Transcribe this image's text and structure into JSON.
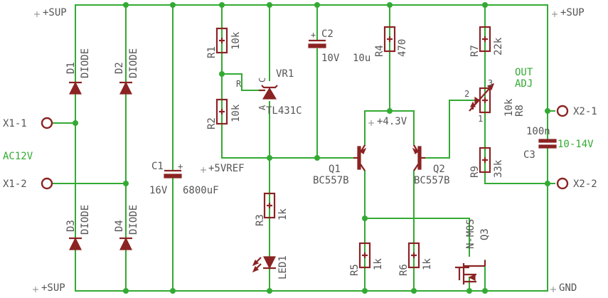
{
  "colors": {
    "wire": "#33aa33",
    "part": "#8b2323",
    "text": "#555555",
    "background": "#ffffff"
  },
  "rails": {
    "sup_top_left": "+SUP",
    "sup_top_right": "+SUP",
    "sup_bottom_left": "+SUP",
    "gnd": "GND",
    "vref": "+5VREF",
    "node_voltage": "+4.3V"
  },
  "terminals": {
    "x1_1": "X1-1",
    "x1_2": "X1-2",
    "x2_1": "X2-1",
    "x2_2": "X2-2"
  },
  "notes": {
    "input": "AC12V",
    "output": "10-14V",
    "adjust_line1": "OUT",
    "adjust_line2": "ADJ"
  },
  "diodes": {
    "d1": {
      "name": "D1",
      "value": "DIODE"
    },
    "d2": {
      "name": "D2",
      "value": "DIODE"
    },
    "d3": {
      "name": "D3",
      "value": "DIODE"
    },
    "d4": {
      "name": "D4",
      "value": "DIODE"
    }
  },
  "capacitors": {
    "c1": {
      "name": "C1",
      "value_a": "16V",
      "value_b": "6800uF"
    },
    "c2": {
      "name": "C2",
      "value_a": "10V",
      "value_b": "10u"
    },
    "c3": {
      "name": "C3",
      "value": "100n"
    }
  },
  "resistors": {
    "r1": {
      "name": "R1",
      "value": "10k"
    },
    "r2": {
      "name": "R2",
      "value": "10k"
    },
    "r3": {
      "name": "R3",
      "value": "1k"
    },
    "r4": {
      "name": "R4",
      "value": "470"
    },
    "r5": {
      "name": "R5",
      "value": "1k"
    },
    "r6": {
      "name": "R6",
      "value": "1k"
    },
    "r7": {
      "name": "R7",
      "value": "22k"
    },
    "r8": {
      "name": "R8",
      "value": "10k"
    },
    "r9": {
      "name": "R9",
      "value": "33k"
    }
  },
  "pot_pins": {
    "p1": "1",
    "p2": "2",
    "p3": "3"
  },
  "vr1": {
    "name": "VR1",
    "value": "TL431C",
    "pin_r": "R",
    "pin_a": "A",
    "pin_c": "C"
  },
  "transistors": {
    "q1": {
      "name": "Q1",
      "value": "BC557B"
    },
    "q2": {
      "name": "Q2",
      "value": "BC557B"
    },
    "q3": {
      "name": "Q3",
      "value": "N-MOS"
    }
  },
  "led1": {
    "name": "LED1"
  }
}
